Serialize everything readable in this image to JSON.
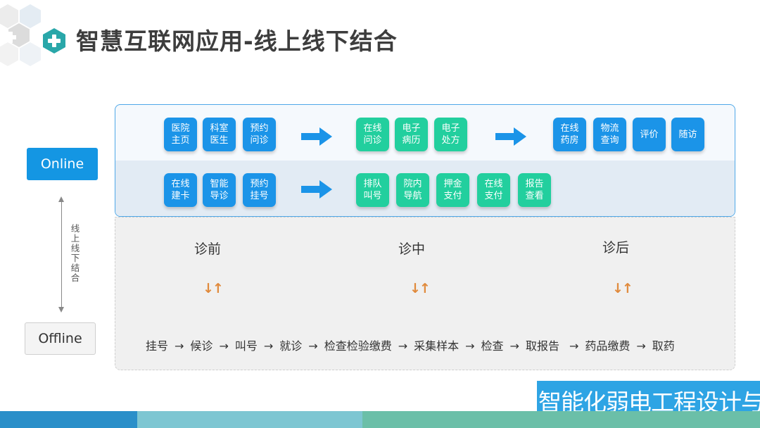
{
  "title": "智慧互联网应用-线上线下结合",
  "side": {
    "online_label": "Online",
    "offline_label": "Offline",
    "axis_label": "线上线下结合"
  },
  "online_row1": [
    {
      "text": "医院主页",
      "color": "blue"
    },
    {
      "text": "科室医生",
      "color": "blue"
    },
    {
      "text": "预约问诊",
      "color": "blue"
    },
    {
      "text": "在线问诊",
      "color": "green"
    },
    {
      "text": "电子病历",
      "color": "green"
    },
    {
      "text": "电子处方",
      "color": "green"
    },
    {
      "text": "在线药房",
      "color": "blue"
    },
    {
      "text": "物流查询",
      "color": "blue"
    },
    {
      "text": "评价",
      "color": "blue"
    },
    {
      "text": "随访",
      "color": "blue"
    }
  ],
  "online_row2": [
    {
      "text": "在线建卡",
      "color": "blue"
    },
    {
      "text": "智能导诊",
      "color": "blue"
    },
    {
      "text": "预约挂号",
      "color": "blue"
    },
    {
      "text": "排队叫号",
      "color": "green"
    },
    {
      "text": "院内导航",
      "color": "green"
    },
    {
      "text": "押金支付",
      "color": "green"
    },
    {
      "text": "在线支付",
      "color": "green"
    },
    {
      "text": "报告查看",
      "color": "green"
    }
  ],
  "stages": {
    "pre": "诊前",
    "during": "诊中",
    "post": "诊后"
  },
  "updown_glyph": "↓↑",
  "offline_process": [
    "挂号",
    "候诊",
    "叫号",
    "就诊",
    "检查检验缴费",
    "采集样本",
    "检查",
    "取报告",
    "药品缴费",
    "取药"
  ],
  "process_arrow": "→",
  "banner": "智能化弱电工程设计与施工",
  "colors": {
    "blue": "#1b94e8",
    "green": "#22cf9e",
    "accent": "#1496e3",
    "orange": "#e08a3c"
  }
}
